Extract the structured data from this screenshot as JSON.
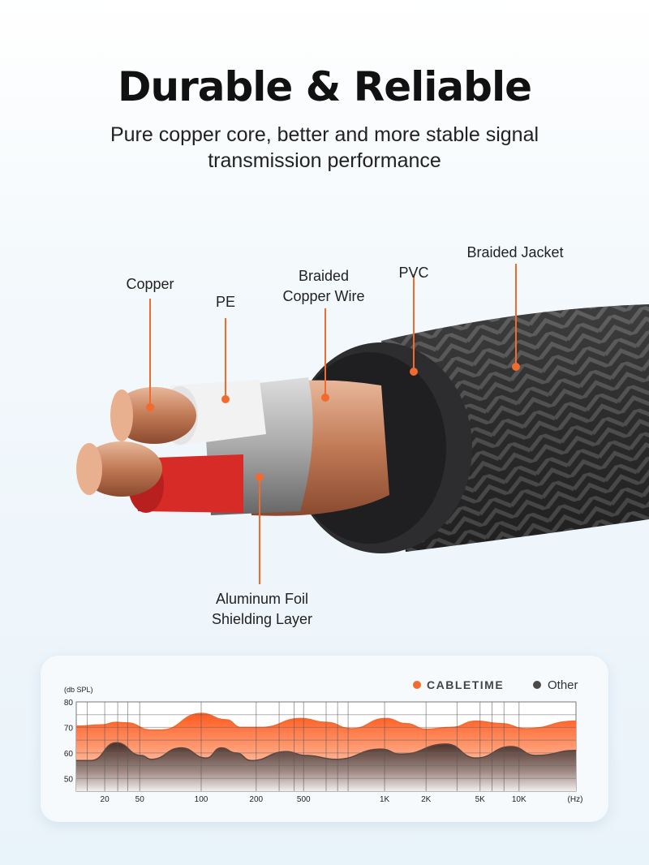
{
  "header": {
    "title": "Durable & Reliable",
    "subtitle_line1": "Pure copper core, better and more stable signal",
    "subtitle_line2": "transmission performance"
  },
  "labels": {
    "copper": "Copper",
    "pe": "PE",
    "braided_copper_1": "Braided",
    "braided_copper_2": "Copper Wire",
    "pvc": "PVC",
    "braided_jacket": "Braided Jacket",
    "foil_1": "Aluminum Foil",
    "foil_2": "Shielding Layer"
  },
  "colors": {
    "accent": "#f26a2e",
    "other": "#5a4640",
    "label_line": "#f26a2e"
  },
  "chart_data": {
    "type": "area",
    "ylabel": "(db SPL)",
    "xlabel": "(Hz)",
    "ylim": [
      45,
      80
    ],
    "yticks": [
      50,
      60,
      70,
      80
    ],
    "xlim": [
      0,
      100
    ],
    "xticks": [
      {
        "label": "20",
        "x": 5.7
      },
      {
        "label": "50",
        "x": 12.7
      },
      {
        "label": "100",
        "x": 25
      },
      {
        "label": "200",
        "x": 36
      },
      {
        "label": "500",
        "x": 45.5
      },
      {
        "label": "1K",
        "x": 61.7
      },
      {
        "label": "2K",
        "x": 70
      },
      {
        "label": "5K",
        "x": 80.8
      },
      {
        "label": "10K",
        "x": 88.6
      }
    ],
    "grid": true,
    "legend": "top-right",
    "series": [
      {
        "name": "CABLETIME",
        "color": "#f26a2e",
        "points": [
          [
            0,
            70.5
          ],
          [
            5,
            71
          ],
          [
            8,
            72
          ],
          [
            10,
            71.8
          ],
          [
            15,
            69
          ],
          [
            17,
            69
          ],
          [
            25,
            75.5
          ],
          [
            30,
            73
          ],
          [
            33,
            70
          ],
          [
            37,
            70
          ],
          [
            45,
            73.5
          ],
          [
            50,
            72
          ],
          [
            55,
            69.5
          ],
          [
            62,
            73.5
          ],
          [
            66,
            71.5
          ],
          [
            70,
            69.3
          ],
          [
            75,
            70
          ],
          [
            80,
            72.5
          ],
          [
            85,
            71.5
          ],
          [
            90,
            69.5
          ],
          [
            100,
            72.5
          ]
        ]
      },
      {
        "name": "Other",
        "color": "#5a4640",
        "points": [
          [
            0,
            57
          ],
          [
            3,
            57
          ],
          [
            8,
            64
          ],
          [
            13,
            59
          ],
          [
            15,
            57.5
          ],
          [
            21,
            62
          ],
          [
            26,
            58
          ],
          [
            29,
            62
          ],
          [
            32,
            60
          ],
          [
            35,
            57
          ],
          [
            42,
            60.5
          ],
          [
            46,
            59
          ],
          [
            52,
            57.5
          ],
          [
            61,
            61.5
          ],
          [
            65,
            59.5
          ],
          [
            74,
            63.5
          ],
          [
            80,
            58
          ],
          [
            87,
            62.5
          ],
          [
            92,
            59
          ],
          [
            100,
            61
          ]
        ]
      }
    ]
  }
}
